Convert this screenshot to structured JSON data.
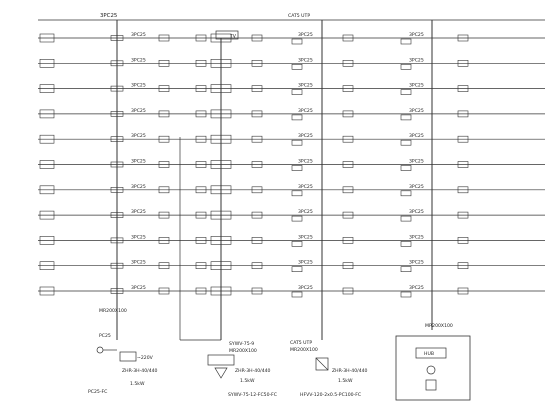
{
  "colors": {
    "line": "#333333",
    "text": "#222222",
    "paper": "#ffffff"
  },
  "diagram": {
    "floor_count": 11,
    "columns": {
      "col1": {
        "top_label": "3PC25",
        "row_label": "3PC25",
        "riser_label": "MR200X100",
        "riser_label2": "PC25",
        "box_label": "~220V",
        "note1": "ZHR-3H-40/440",
        "note2": "1.5kW",
        "bottom_label": "PC25-FC"
      },
      "col2": {
        "top_label": "TV",
        "riser_label": "SYWV-75-9",
        "riser_label2": "MR200X100",
        "note1": "ZHR-3H-40/440",
        "note2": "1.5kW",
        "bottom_label": "SYWV-75-12-FC50-FC"
      },
      "col3": {
        "top_label": "CAT5 UTP",
        "row_label": "3PC25",
        "riser_label": "CAT5 UTP",
        "riser_label2": "MR200X100",
        "note1": "ZHR-3H-40/440",
        "note2": "1.5kW",
        "bottom_label": "HFVV-120-2x0.5-PC100-FC"
      },
      "col4": {
        "row_label": "3PC25",
        "riser_label": "MR200X100",
        "box_label": "HUB"
      }
    }
  }
}
